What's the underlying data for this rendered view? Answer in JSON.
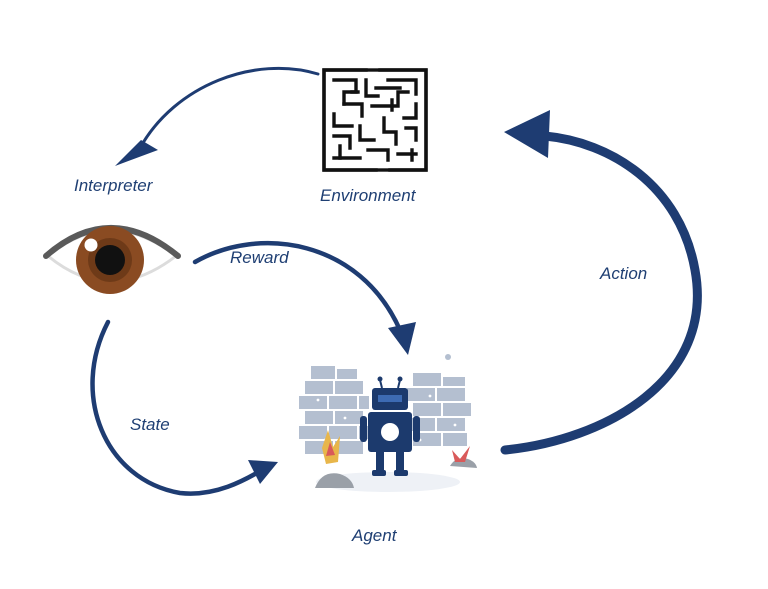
{
  "diagram": {
    "nodes": {
      "environment": {
        "label": "Environment",
        "icon": "maze-icon"
      },
      "interpreter": {
        "label": "Interpreter",
        "icon": "eye-icon"
      },
      "agent": {
        "label": "Agent",
        "icon": "robot-icon"
      }
    },
    "edges": [
      {
        "from": "environment",
        "to": "interpreter",
        "label": ""
      },
      {
        "from": "interpreter",
        "to": "agent",
        "label": "Reward"
      },
      {
        "from": "interpreter",
        "to": "agent",
        "label": "State"
      },
      {
        "from": "agent",
        "to": "environment",
        "label": "Action"
      }
    ],
    "colors": {
      "arrow": "#1e3c72",
      "text": "#1f3f73",
      "wall": "#b4bfd0",
      "robot": "#1c3a6d",
      "iris": "#8a4b22"
    }
  }
}
